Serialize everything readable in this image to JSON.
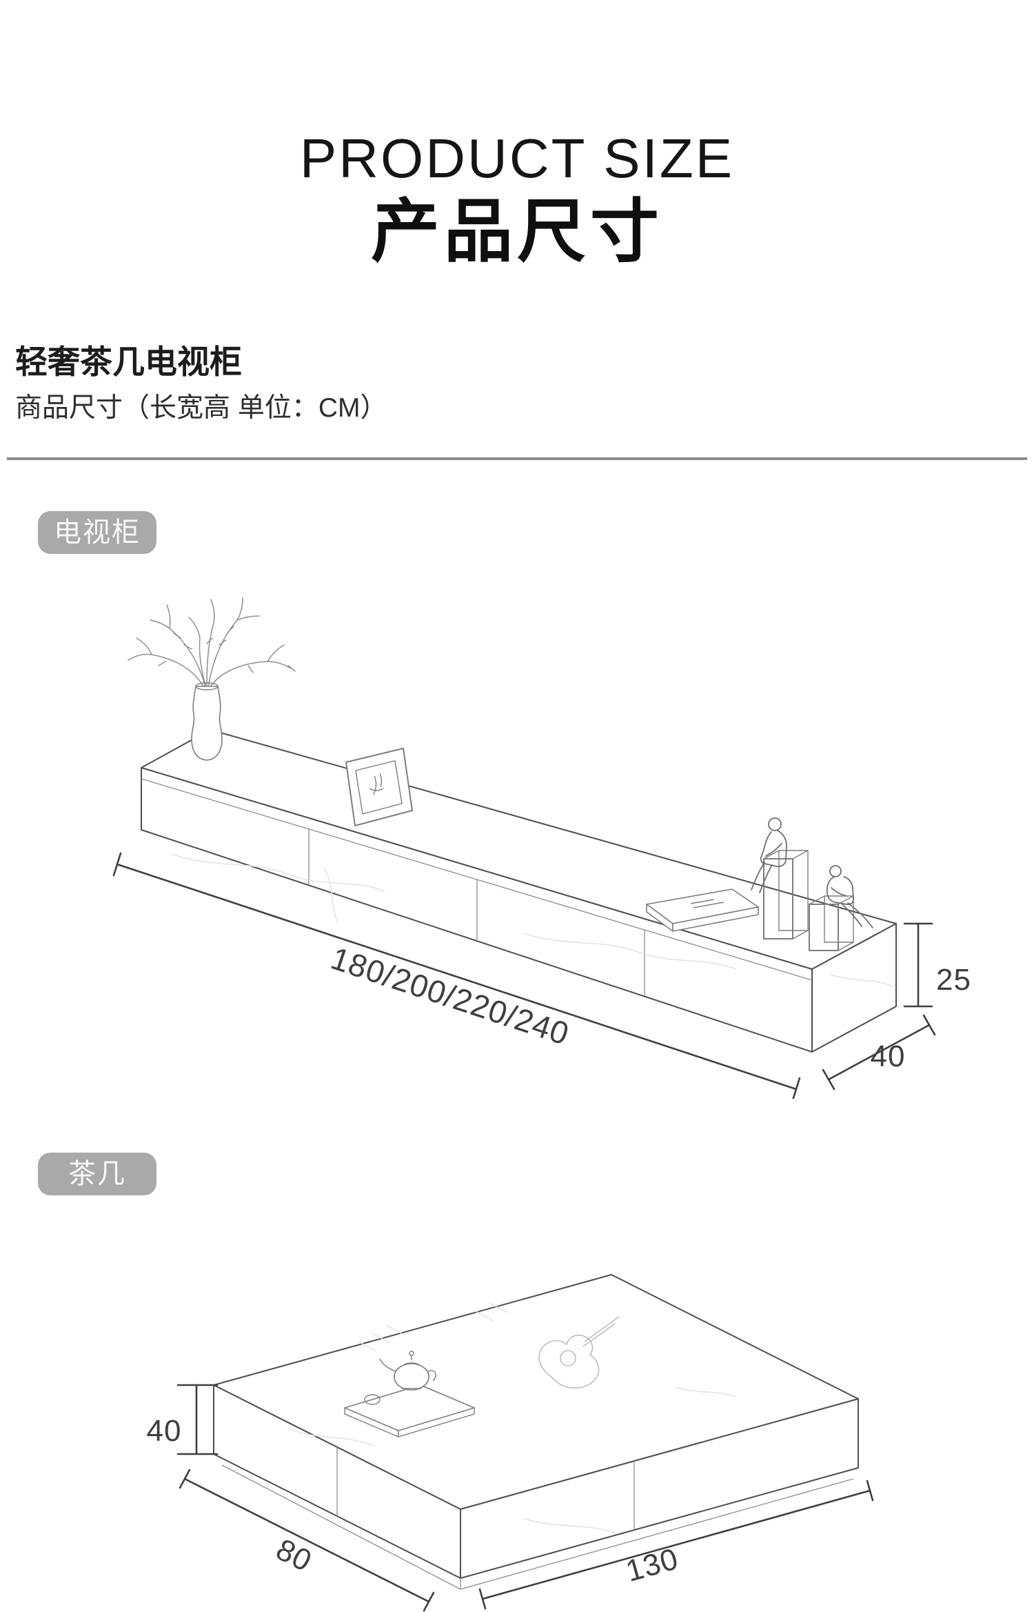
{
  "header": {
    "title_en": "PRODUCT SIZE",
    "title_cn": "产品尺寸",
    "product_name": "轻奢茶几电视柜",
    "size_note": "商品尺寸（长宽高 单位：CM）"
  },
  "tv_stand": {
    "badge": "电视柜",
    "dim_length": "180/200/220/240",
    "dim_height": "25",
    "dim_depth": "40"
  },
  "tea_table": {
    "badge": "茶几",
    "dim_height": "40",
    "dim_width": "80",
    "dim_length": "130"
  },
  "colors": {
    "badge_bg": "#a9a9a9",
    "badge_text": "#f7f7f7",
    "divider": "#8a8a8a",
    "outline": "#4f4f4f",
    "dim": "#3f3f3f"
  }
}
